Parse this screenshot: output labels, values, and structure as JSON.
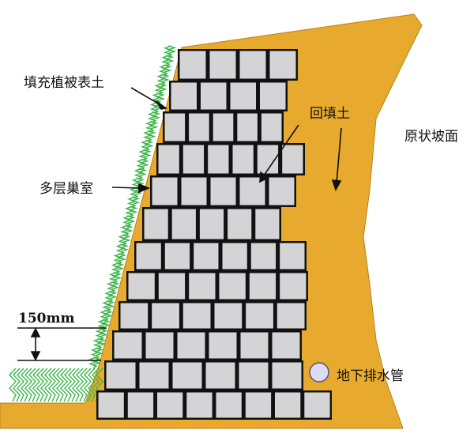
{
  "labels": {
    "fill_planting_soil": "填充植被表土",
    "backfill_soil": "回填土",
    "original_slope": "原状坡面",
    "multilayer_cells": "多层巢室",
    "layer_height": "150mm",
    "underground_drain_pipe": "地下排水管"
  },
  "colors": {
    "soil": "#E8AA2E",
    "soil_edge": "#B8801A",
    "block_fill": "#D4D4D6",
    "block_stroke": "#111111",
    "vegetation": "#3BB54A",
    "pipe_fill": "#DCDCF0",
    "pipe_stroke": "#555577"
  },
  "structure": {
    "block_rows": 12,
    "rows_bottom_to_top": [
      8,
      6,
      6,
      6,
      6,
      6,
      5,
      5,
      6,
      5,
      4,
      4
    ]
  }
}
